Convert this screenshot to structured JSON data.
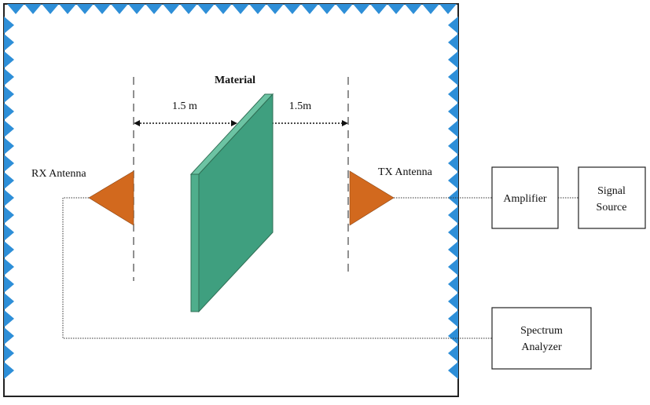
{
  "diagram": {
    "material_label": "Material",
    "distance_left": "1.5 m",
    "distance_right": "1.5m",
    "rx_antenna_label": "RX Antenna",
    "tx_antenna_label": "TX Antenna",
    "amplifier_label": "Amplifier",
    "signal_source_line1": "Signal",
    "signal_source_line2": "Source",
    "spectrum_analyzer_line1": "Spectrum",
    "spectrum_analyzer_line2": "Analyzer"
  },
  "colors": {
    "absorber": "#2E8FD8",
    "antenna": "#D2691E",
    "material_front": "#3F9F7F",
    "material_side": "#6CC3A3",
    "material_edge": "#2F6F55",
    "frame": "#222222"
  }
}
